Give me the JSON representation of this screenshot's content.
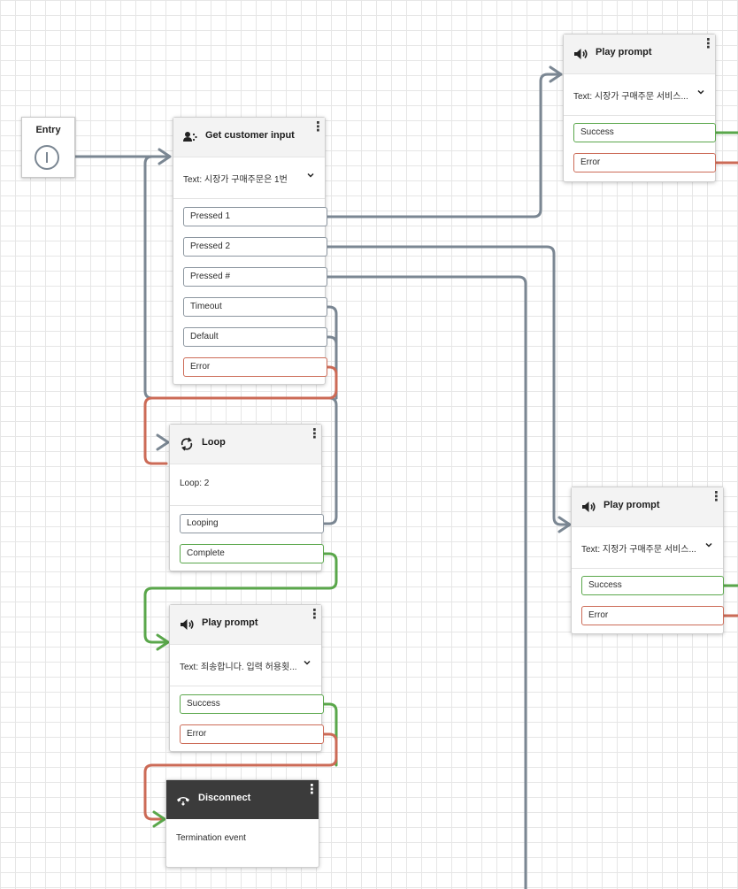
{
  "colors": {
    "gray_wire": "#7b8793",
    "success_green": "#5aa74b",
    "error_red": "#cc6b57",
    "dark_header": "#3b3b3b"
  },
  "entry": {
    "label": "Entry"
  },
  "get_input": {
    "title": "Get customer input",
    "icon": "customer-input-icon",
    "param": "Text: 시장가 구매주문은 1번",
    "branches": [
      "Pressed 1",
      "Pressed 2",
      "Pressed #",
      "Timeout",
      "Default",
      "Error"
    ]
  },
  "loop": {
    "title": "Loop",
    "icon": "loop-icon",
    "param": "Loop: 2",
    "branches": [
      "Looping",
      "Complete"
    ]
  },
  "prompt_error": {
    "title": "Play prompt",
    "icon": "speaker-icon",
    "param": "Text: 죄송합니다. 입력 허용횟...",
    "branches": [
      "Success",
      "Error"
    ]
  },
  "disconnect": {
    "title": "Disconnect",
    "icon": "hangup-icon",
    "param": "Termination event"
  },
  "prompt_market": {
    "title": "Play prompt",
    "icon": "speaker-icon",
    "param": "Text: 시장가 구매주문 서비스...",
    "branches": [
      "Success",
      "Error"
    ]
  },
  "prompt_limit": {
    "title": "Play prompt",
    "icon": "speaker-icon",
    "param": "Text: 지정가 구매주문 서비스...",
    "branches": [
      "Success",
      "Error"
    ]
  },
  "menu_glyph": "⋮"
}
